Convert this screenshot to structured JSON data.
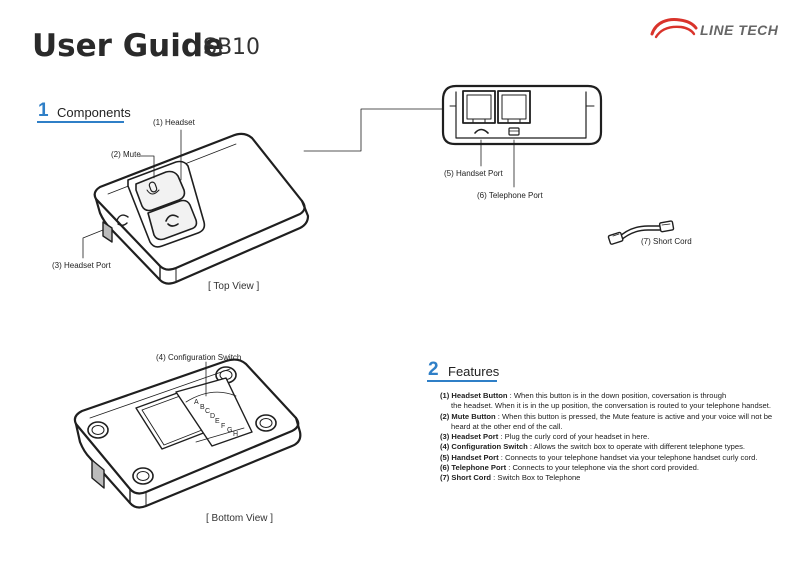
{
  "header": {
    "title": "User Guide",
    "model": "SB10",
    "brand": "LINE TECH",
    "brand_color": "#d9332b",
    "logo_icon": "line-tech-logo-icon"
  },
  "section1": {
    "number": "1",
    "title": "Components"
  },
  "section2": {
    "number": "2",
    "title": "Features"
  },
  "accent_color": "#2f7fc7",
  "labels": {
    "headset": "(1) Headset",
    "mute": "(2) Mute",
    "headset_port": "(3) Headset Port",
    "config_switch": "(4) Configuration Switch",
    "handset_port": "(5) Handset Port",
    "telephone_port": "(6) Telephone Port",
    "short_cord": "(7) Short Cord"
  },
  "views": {
    "top": "[ Top View ]",
    "bottom": "[ Bottom View ]"
  },
  "dial_letters": [
    "A",
    "B",
    "C",
    "D",
    "E",
    "F",
    "G",
    "H"
  ],
  "features": [
    {
      "term": "(1) Headset Button",
      "text": " : When this button is in the down position, coversation is through"
    },
    {
      "term": "",
      "text": "the headset. When it is in the up position, the conversation is routed to your telephone handset."
    },
    {
      "term": "(2) Mute Button",
      "text": " : When this button is pressed, the Mute feature is active and your voice will not be"
    },
    {
      "term": "",
      "text": "heard at the other end of the call."
    },
    {
      "term": "(3) Headset Port",
      "text": " : Plug the curly cord of your headset in here."
    },
    {
      "term": "(4) Configuration Switch",
      "text": " : Allows the switch box to operate with different telephone types."
    },
    {
      "term": "(5) Handset Port",
      "text": " : Connects to your telephone handset via your telephone handset curly cord."
    },
    {
      "term": "(6) Telephone Port",
      "text": " : Connects to your telephone via the short cord provided."
    },
    {
      "term": "(7) Short Cord",
      "text": " : Switch Box to Telephone"
    }
  ]
}
